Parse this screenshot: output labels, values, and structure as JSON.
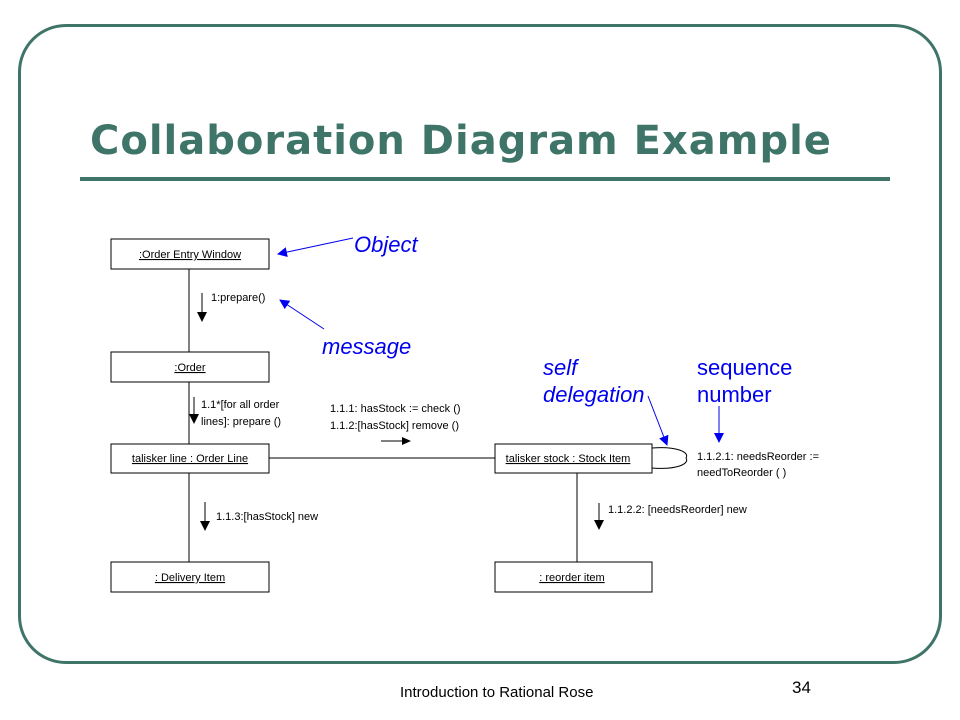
{
  "slide": {
    "title": "Collaboration Diagram Example",
    "footer": "Introduction to Rational Rose",
    "page_number": "34",
    "accent_color": "#3f7468",
    "annotation_color": "#0000ee"
  },
  "diagram": {
    "objects": {
      "order_entry_window": ":Order Entry Window",
      "order": ":Order",
      "order_line": "talisker line : Order Line",
      "stock_item": "talisker stock : Stock Item",
      "delivery_item": ": Delivery Item",
      "reorder_item": ": reorder item"
    },
    "messages": {
      "m1": "1:prepare()",
      "m1_1_line1": "1.1*[for all order",
      "m1_1_line2": "lines]: prepare ()",
      "m1_1_1": "1.1.1: hasStock := check ()",
      "m1_1_2": "1.1.2:[hasStock] remove ()",
      "m1_1_3": "1.1.3:[hasStock] new",
      "m1_1_2_1_line1": "1.1.2.1: needsReorder :=",
      "m1_1_2_1_line2": "needToReorder ( )",
      "m1_1_2_2": "1.1.2.2: [needsReorder] new"
    },
    "annotations": {
      "object": "Object",
      "message": "message",
      "self_line1": "self",
      "self_line2": "delegation",
      "sequence_line1": "sequence",
      "sequence_line2": "number"
    }
  }
}
